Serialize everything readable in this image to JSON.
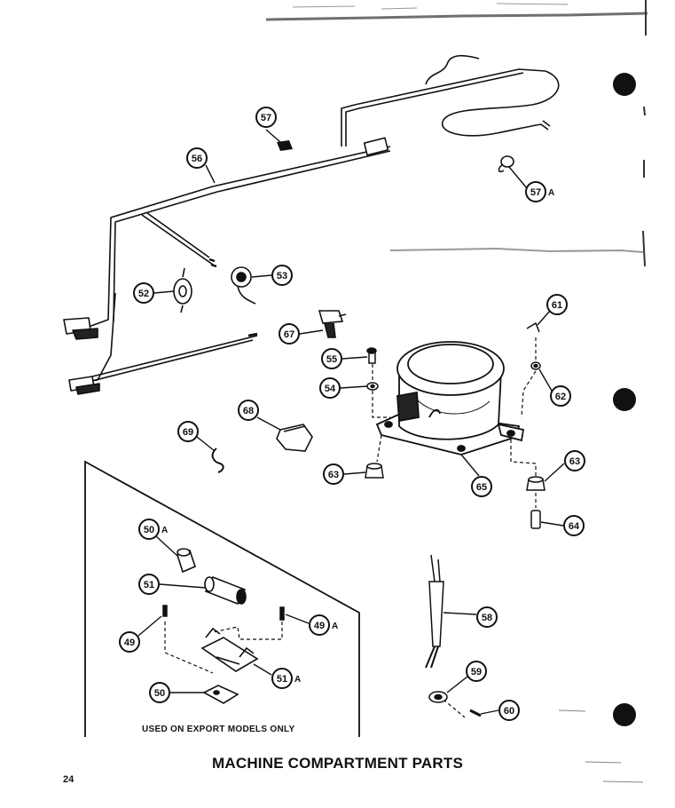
{
  "diagram": {
    "title": "MACHINE COMPARTMENT PARTS",
    "page_number": "24",
    "export_note": "USED ON EXPORT MODELS ONLY",
    "callouts": [
      {
        "id": "c57",
        "number": "57",
        "suffix": ""
      },
      {
        "id": "c56",
        "number": "56",
        "suffix": ""
      },
      {
        "id": "c57a",
        "number": "57",
        "suffix": "A"
      },
      {
        "id": "c52",
        "number": "52",
        "suffix": ""
      },
      {
        "id": "c53",
        "number": "53",
        "suffix": ""
      },
      {
        "id": "c67",
        "number": "67",
        "suffix": ""
      },
      {
        "id": "c61",
        "number": "61",
        "suffix": ""
      },
      {
        "id": "c55",
        "number": "55",
        "suffix": ""
      },
      {
        "id": "c54",
        "number": "54",
        "suffix": ""
      },
      {
        "id": "c62",
        "number": "62",
        "suffix": ""
      },
      {
        "id": "c68",
        "number": "68",
        "suffix": ""
      },
      {
        "id": "c69",
        "number": "69",
        "suffix": ""
      },
      {
        "id": "c63a",
        "number": "63",
        "suffix": ""
      },
      {
        "id": "c65",
        "number": "65",
        "suffix": ""
      },
      {
        "id": "c63b",
        "number": "63",
        "suffix": ""
      },
      {
        "id": "c64",
        "number": "64",
        "suffix": ""
      },
      {
        "id": "c50a",
        "number": "50",
        "suffix": "A"
      },
      {
        "id": "c51",
        "number": "51",
        "suffix": ""
      },
      {
        "id": "c49a",
        "number": "49",
        "suffix": "A"
      },
      {
        "id": "c49",
        "number": "49",
        "suffix": ""
      },
      {
        "id": "c51a",
        "number": "51",
        "suffix": "A"
      },
      {
        "id": "c50",
        "number": "50",
        "suffix": ""
      },
      {
        "id": "c58",
        "number": "58",
        "suffix": ""
      },
      {
        "id": "c59",
        "number": "59",
        "suffix": ""
      },
      {
        "id": "c60",
        "number": "60",
        "suffix": ""
      }
    ]
  }
}
